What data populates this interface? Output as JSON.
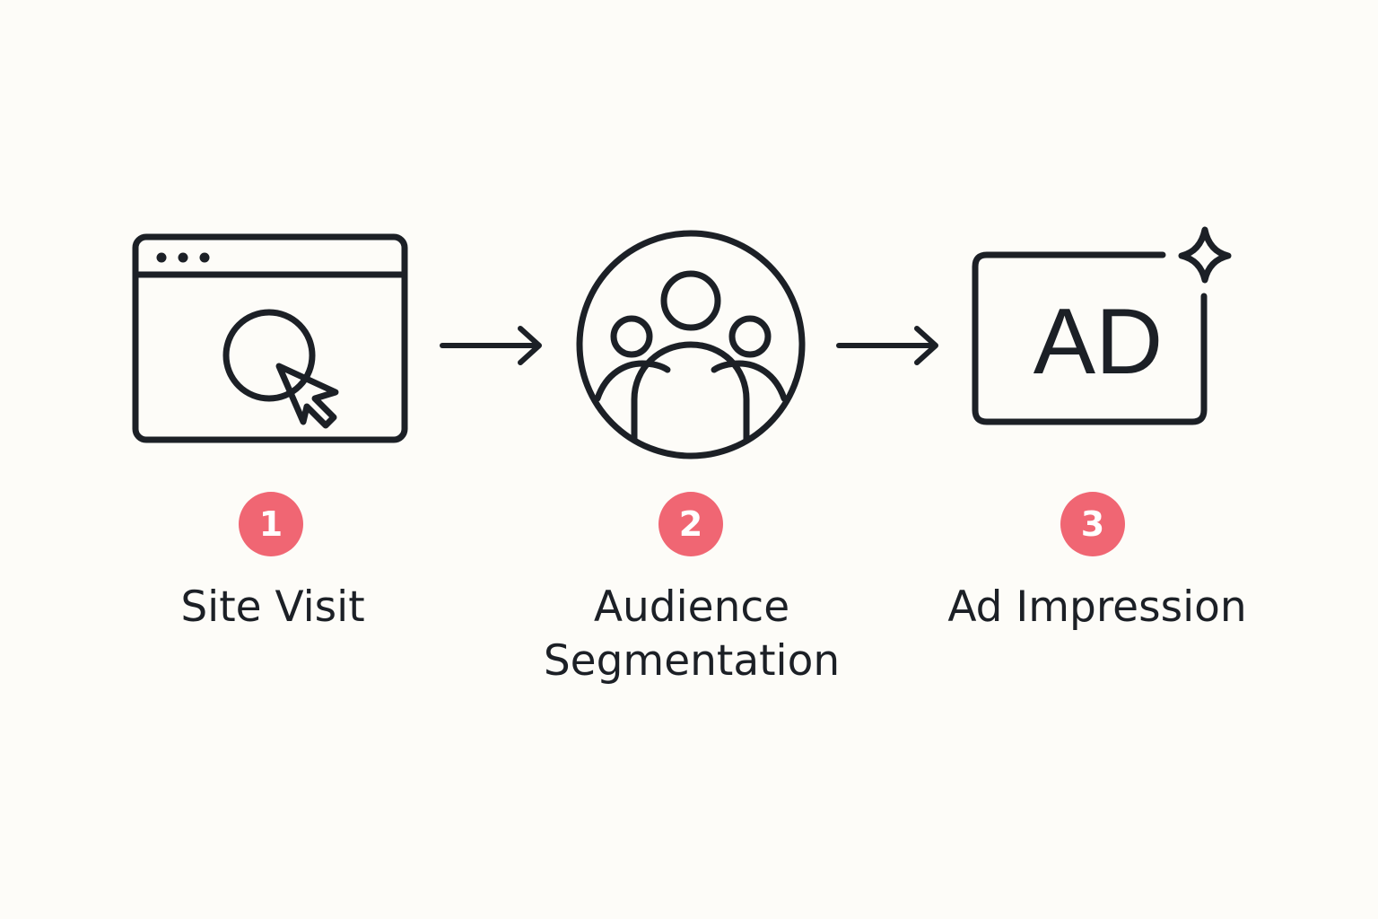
{
  "colors": {
    "background": "#fdfcf8",
    "stroke": "#1c2026",
    "badge": "#f06673",
    "badge_text": "#ffffff"
  },
  "steps": [
    {
      "number": "1",
      "label_lines": [
        "Site Visit"
      ],
      "icon": "browser-click-icon"
    },
    {
      "number": "2",
      "label_lines": [
        "Audience",
        "Segmentation"
      ],
      "icon": "audience-group-icon"
    },
    {
      "number": "3",
      "label_lines": [
        "Ad Impression"
      ],
      "icon": "ad-sparkle-icon",
      "icon_text": "AD"
    }
  ],
  "connectors": [
    "right-arrow-icon",
    "right-arrow-icon"
  ]
}
